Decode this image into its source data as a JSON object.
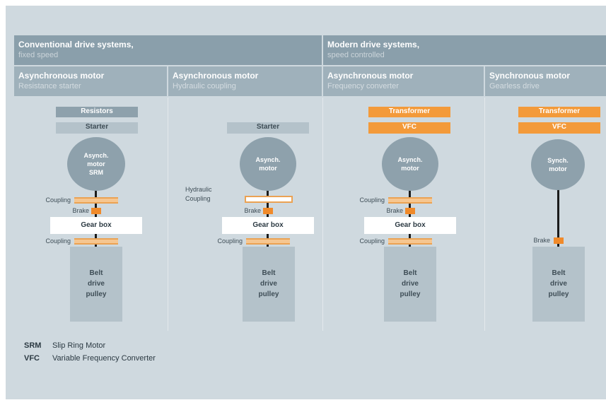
{
  "header": {
    "conventional": {
      "title": "Conventional drive systems,",
      "subtitle": "fixed speed"
    },
    "modern": {
      "title": "Modern drive systems,",
      "subtitle": "speed controlled"
    }
  },
  "columns": [
    {
      "title": "Asynchronous motor",
      "subtitle": "Resistance starter",
      "boxes": [
        "Resistors",
        "Starter"
      ],
      "motor": [
        "Asynch.",
        "motor",
        "SRM"
      ],
      "labels": {
        "coupling_top": "Coupling",
        "brake": "Brake",
        "coupling_bottom": "Coupling"
      },
      "gearbox": "Gear box",
      "pulley": [
        "Belt",
        "drive",
        "pulley"
      ]
    },
    {
      "title": "Asynchronous motor",
      "subtitle": "Hydraulic coupling",
      "boxes": [
        "Starter"
      ],
      "motor": [
        "Asynch.",
        "motor"
      ],
      "labels": {
        "hydraulic": [
          "Hydraulic",
          "Coupling"
        ],
        "brake": "Brake",
        "coupling_bottom": "Coupling"
      },
      "gearbox": "Gear box",
      "pulley": [
        "Belt",
        "drive",
        "pulley"
      ]
    },
    {
      "title": "Asynchronous motor",
      "subtitle": "Frequency converter",
      "boxes": [
        "Transformer",
        "VFC"
      ],
      "motor": [
        "Asynch.",
        "motor"
      ],
      "labels": {
        "coupling_top": "Coupling",
        "brake": "Brake",
        "coupling_bottom": "Coupling"
      },
      "gearbox": "Gear box",
      "pulley": [
        "Belt",
        "drive",
        "pulley"
      ]
    },
    {
      "title": "Synchronous motor",
      "subtitle": "Gearless drive",
      "boxes": [
        "Transformer",
        "VFC"
      ],
      "motor": [
        "Synch.",
        "motor"
      ],
      "labels": {
        "brake": "Brake"
      },
      "pulley": [
        "Belt",
        "drive",
        "pulley"
      ]
    }
  ],
  "legend": [
    {
      "abbr": "SRM",
      "text": "Slip Ring Motor"
    },
    {
      "abbr": "VFC",
      "text": "Variable Frequency Converter"
    }
  ],
  "colors": {
    "panel": "#cfd9df",
    "header_dark": "#8a9fab",
    "header_light": "#9fb1bb",
    "orange": "#f39a3a",
    "coupling": "#f6c690"
  }
}
